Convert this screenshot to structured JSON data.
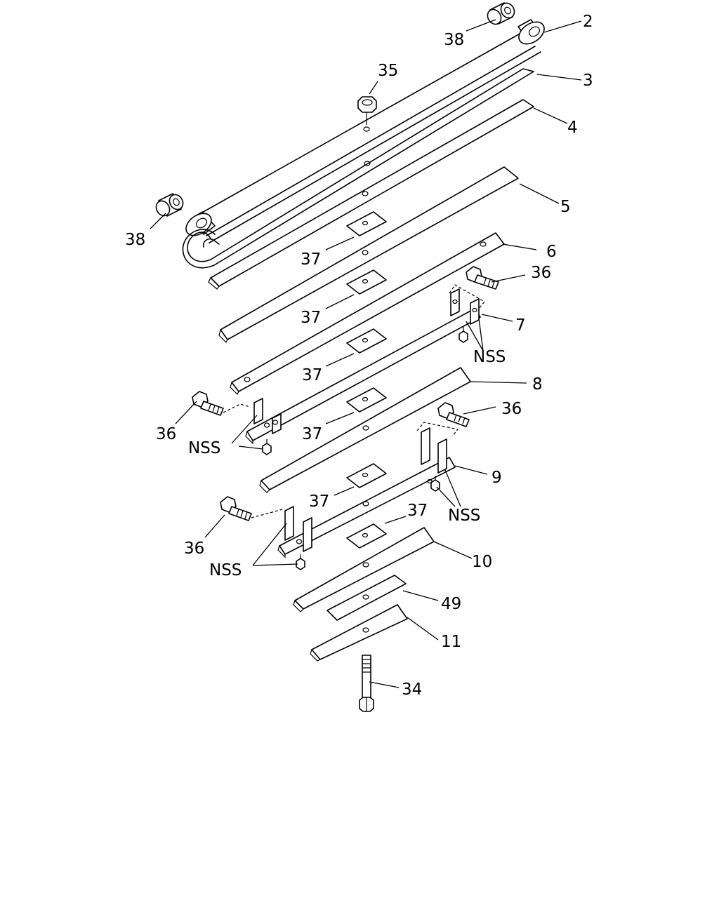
{
  "callouts": {
    "c2": "2",
    "c3": "3",
    "c4": "4",
    "c5": "5",
    "c6": "6",
    "c7": "7",
    "c8": "8",
    "c9": "9",
    "c10": "10",
    "c11": "11",
    "c34": "34",
    "c35": "35",
    "c36": "36",
    "c37": "37",
    "c38": "38",
    "c49": "49",
    "nss": "NSS"
  }
}
